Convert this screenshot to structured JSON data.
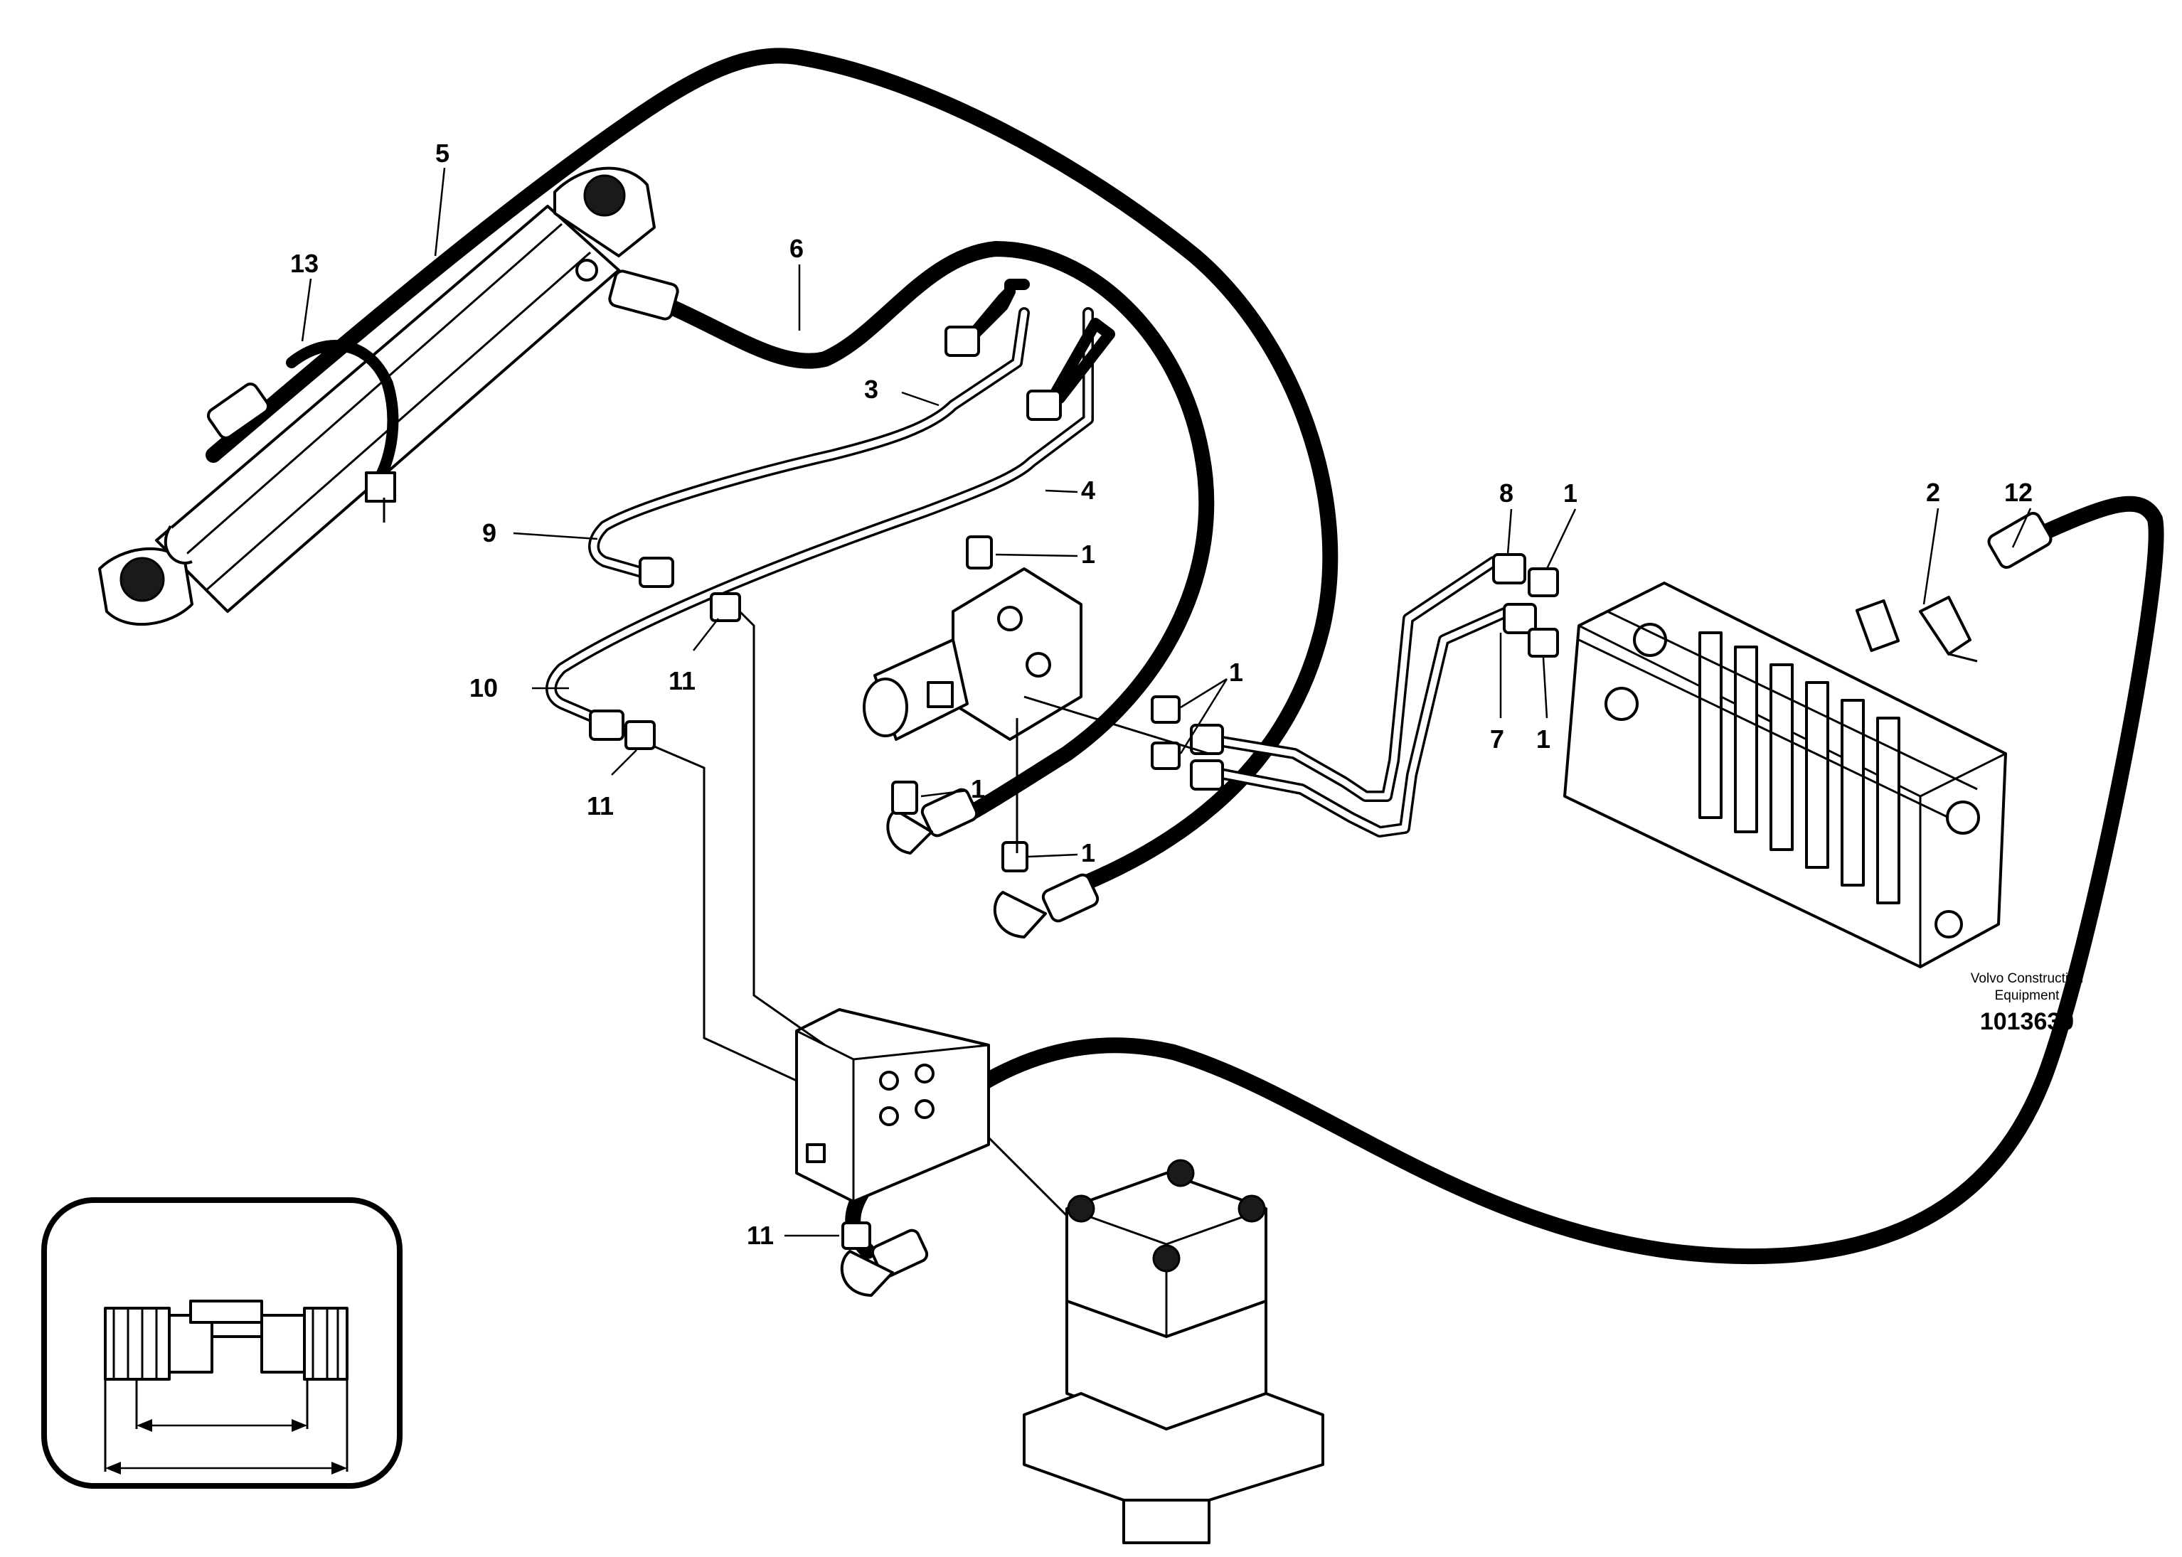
{
  "callouts": [
    {
      "id": "c5",
      "text": "5"
    },
    {
      "id": "c13",
      "text": "13"
    },
    {
      "id": "c6",
      "text": "6"
    },
    {
      "id": "c3",
      "text": "3"
    },
    {
      "id": "c4",
      "text": "4"
    },
    {
      "id": "c9",
      "text": "9"
    },
    {
      "id": "c1a",
      "text": "1"
    },
    {
      "id": "c10",
      "text": "10"
    },
    {
      "id": "c11a",
      "text": "11"
    },
    {
      "id": "c11b",
      "text": "11"
    },
    {
      "id": "c1b",
      "text": "1"
    },
    {
      "id": "c1c",
      "text": "1"
    },
    {
      "id": "c1d",
      "text": "1"
    },
    {
      "id": "c8",
      "text": "8"
    },
    {
      "id": "c1e",
      "text": "1"
    },
    {
      "id": "c7",
      "text": "7"
    },
    {
      "id": "c1f",
      "text": "1"
    },
    {
      "id": "c2",
      "text": "2"
    },
    {
      "id": "c12",
      "text": "12"
    },
    {
      "id": "c11c",
      "text": "11"
    }
  ],
  "footer": {
    "brand_line1": "Volvo Construction",
    "brand_line2": "Equipment",
    "document_number": "1013630"
  }
}
